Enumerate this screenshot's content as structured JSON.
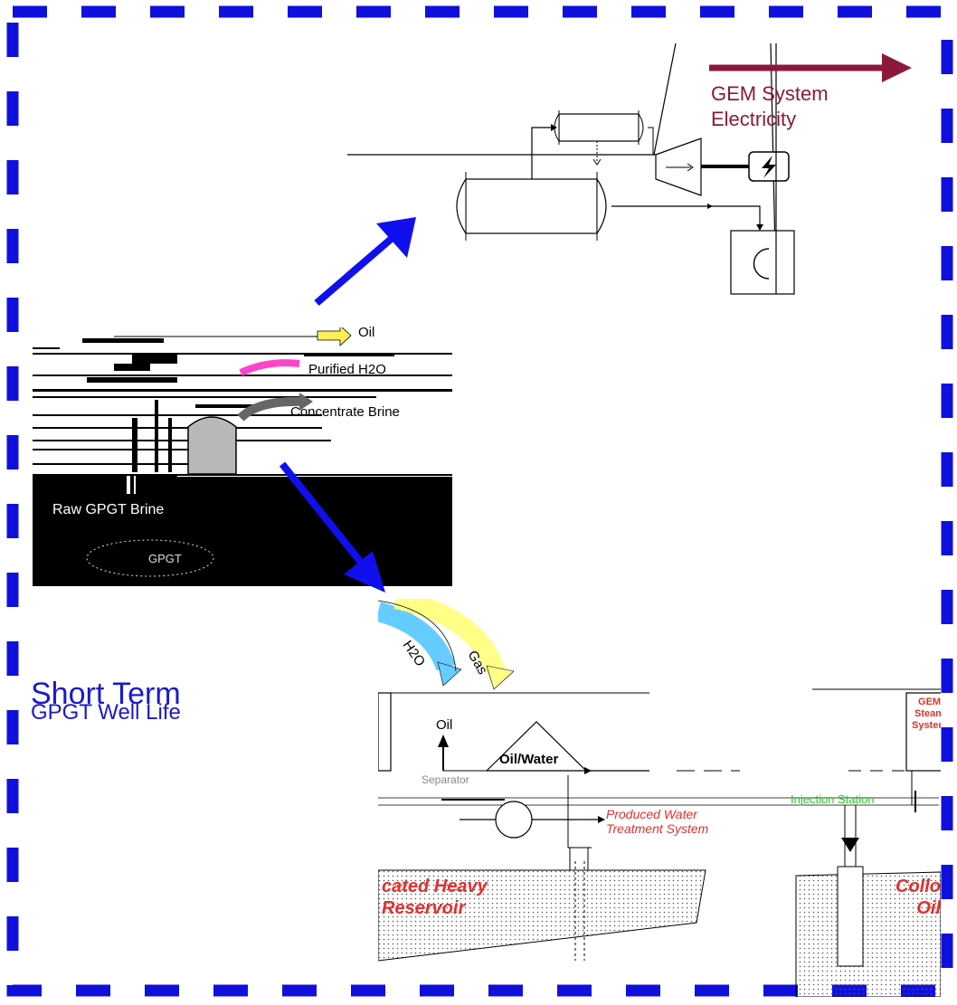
{
  "colors": {
    "border": "#1010dd",
    "arrow_blue": "#1010ee",
    "electricity": "#8b1a3a",
    "caption": "#1a1acc"
  },
  "electricity": {
    "line1": "GEM System",
    "line2": "Electricity"
  },
  "gpgt_panel": {
    "stream_oil": "Oil",
    "stream_water": "Purified H2O",
    "stream_waste": "Concentrate Brine",
    "raw_brine": "Raw GPGT Brine",
    "unit_label": "GPGT"
  },
  "reservoir_panel": {
    "arc_water": "H2O",
    "arc_gas": "Gas",
    "oil_label": "Oil",
    "separator_label": "Oil/Water",
    "separator_side": "Separator",
    "treatment_label_1": "Produced Water",
    "treatment_label_2": "Treatment System",
    "injection_label": "Injection Station",
    "gem_label_1": "GEM",
    "gem_label_2": "Steam",
    "gem_label_3": "System",
    "reservoir_left_1": "cated Heavy",
    "reservoir_left_2": "Reservoir",
    "reservoir_right_1": "Collo",
    "reservoir_right_2": "Oil"
  },
  "caption": {
    "title": "Short Term",
    "subtitle": "GPGT Well Life"
  }
}
